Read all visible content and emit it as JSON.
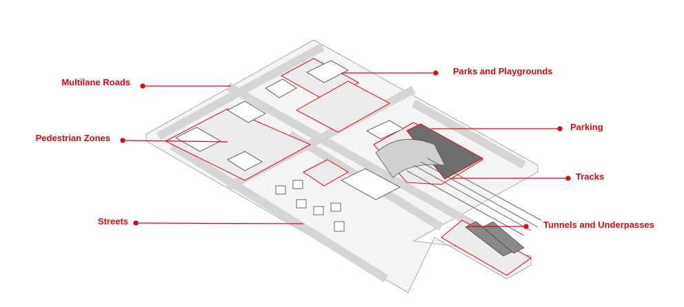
{
  "colors": {
    "accent": "#e30613",
    "ground": "#f2f2f2",
    "road": "#d9d9d9",
    "parking": "#6e6e6e"
  },
  "labels": {
    "multilane_roads": "Multilane Roads",
    "pedestrian_zones": "Pedestrian Zones",
    "streets": "Streets",
    "parks": "Parks and Playgrounds",
    "parking": "Parking",
    "tracks": "Tracks",
    "tunnels": "Tunnels and Underpasses"
  }
}
